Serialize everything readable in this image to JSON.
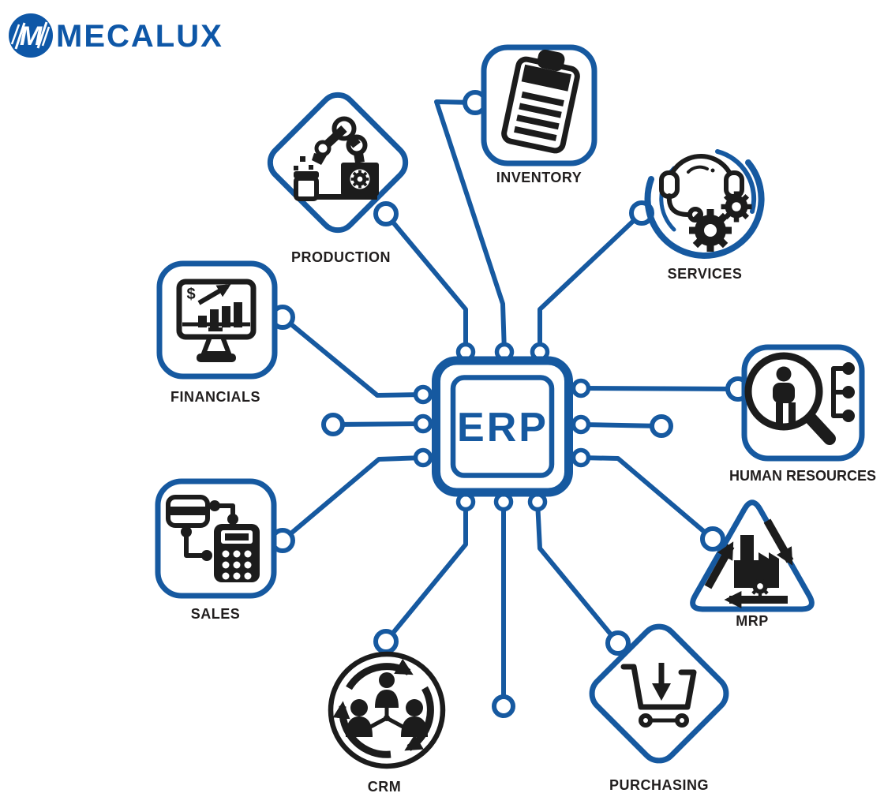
{
  "brand": {
    "name": "MECALUX"
  },
  "colors": {
    "accent_blue": "#1659a0",
    "brand_blue": "#0e57a7",
    "icon_black": "#1c1c1c",
    "label_black": "#211e1e",
    "background": "#ffffff"
  },
  "center": {
    "label": "ERP"
  },
  "financials_icon": {
    "currency_symbol": "$"
  },
  "modules": [
    {
      "id": "production",
      "label": "PRODUCTION",
      "icon": "robot-arm-icon",
      "shape": "diamond"
    },
    {
      "id": "inventory",
      "label": "INVENTORY",
      "icon": "clipboard-icon",
      "shape": "rounded-square"
    },
    {
      "id": "services",
      "label": "SERVICES",
      "icon": "headset-gears-icon",
      "shape": "circle"
    },
    {
      "id": "financials",
      "label": "FINANCIALS",
      "icon": "monitor-chart-icon",
      "shape": "rounded-square"
    },
    {
      "id": "human_resources",
      "label": "HUMAN RESOURCES",
      "icon": "magnifier-person-icon",
      "shape": "rounded-square"
    },
    {
      "id": "sales",
      "label": "SALES",
      "icon": "card-calculator-icon",
      "shape": "rounded-square"
    },
    {
      "id": "mrp",
      "label": "MRP",
      "icon": "factory-recycle-icon",
      "shape": "triangle"
    },
    {
      "id": "crm",
      "label": "CRM",
      "icon": "people-network-icon",
      "shape": "circle"
    },
    {
      "id": "purchasing",
      "label": "PURCHASING",
      "icon": "shopping-cart-icon",
      "shape": "diamond"
    }
  ]
}
